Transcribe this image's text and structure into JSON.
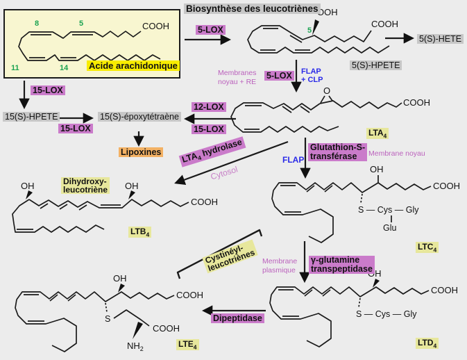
{
  "title": "Biosynthèse des leucotriènes",
  "palette": {
    "background": "#ececec",
    "enzyme_highlight": "#ca7bca",
    "metabolite_highlight": "#c7c7c7",
    "lt_highlight": "#e7e79c",
    "orange_highlight": "#f3b164",
    "yellow_highlight": "#f8ec00",
    "box_fill": "#f8f6d0",
    "pink_text": "#bb62bd",
    "blue_text": "#2a2ae8",
    "green_text": "#1ca352"
  },
  "box": {
    "name": "Acide arachidonique",
    "carbon_numbers": {
      "c8": "8",
      "c5": "5",
      "c11": "11",
      "c14": "14"
    }
  },
  "metabolites": {
    "hpete5": "5(S)-HPETE",
    "hete5": "5(S)-HETE",
    "hpete15": "15(S)-HPETE",
    "epoxytetraene15": "15(S)-époxytétraène",
    "lipoxines": "Lipoxines",
    "dihydroxy": {
      "line1": "Dihydroxy-",
      "line2": "leucotriène"
    },
    "cysteinyl": {
      "line1": "Cystinéyl-",
      "line2": "leucotriènes"
    },
    "lta": {
      "base": "LTA",
      "sub": "4"
    },
    "ltb": {
      "base": "LTB",
      "sub": "4"
    },
    "ltc": {
      "base": "LTC",
      "sub": "4"
    },
    "ltd": {
      "base": "LTD",
      "sub": "4"
    },
    "lte": {
      "base": "LTE",
      "sub": "4"
    }
  },
  "enzymes": {
    "lox5_top": "5-LOX",
    "lox5_mid": "5-LOX",
    "lox15_box": "15-LOX",
    "lox15_arrow": "15-LOX",
    "lox12": "12-LOX",
    "lox15_right": "15-LOX",
    "lta4_hydrolase": {
      "base": "LTA",
      "sub": "4",
      "rest": " hydrolase"
    },
    "glutathion": {
      "line1": "Glutathion-S-",
      "line2": "transférase"
    },
    "gamma_glutamine": {
      "line1": "γ-glutamine",
      "line2": "transpeptidase"
    },
    "dipeptidase": "Dipeptidase"
  },
  "cofactors": {
    "flap_clp": {
      "line1": "FLAP",
      "line2": "+ CLP"
    },
    "flap": "FLAP"
  },
  "locations": {
    "membranes_noyau_re": {
      "line1": "Membranes",
      "line2": "noyau + RE"
    },
    "cytosol": "Cytosol",
    "membrane_noyau": "Membrane noyau",
    "membrane_plasmique": {
      "line1": "Membrane",
      "line2": "plasmique"
    }
  },
  "structure_labels": {
    "cooh": "COOH",
    "ooh": "OOH",
    "oh": "OH",
    "o": "O",
    "s": "S",
    "c5": "5",
    "s_cys_gly": "S — Cys — Gly",
    "glu": "Glu",
    "nh": "NH",
    "nh_sub": "2"
  }
}
